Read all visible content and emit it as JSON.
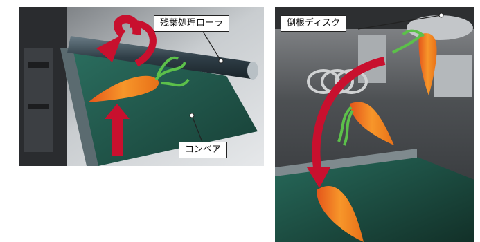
{
  "labels": {
    "roller": "残葉処理ローラ",
    "conveyor": "コンベア",
    "disk": "倒根ディスク"
  },
  "colors": {
    "arrow_red": "#c8102e",
    "carrot_orange": "#f07a1a",
    "leaf_green": "#5cc04a",
    "conveyor_teal": "#1f5a4c"
  }
}
